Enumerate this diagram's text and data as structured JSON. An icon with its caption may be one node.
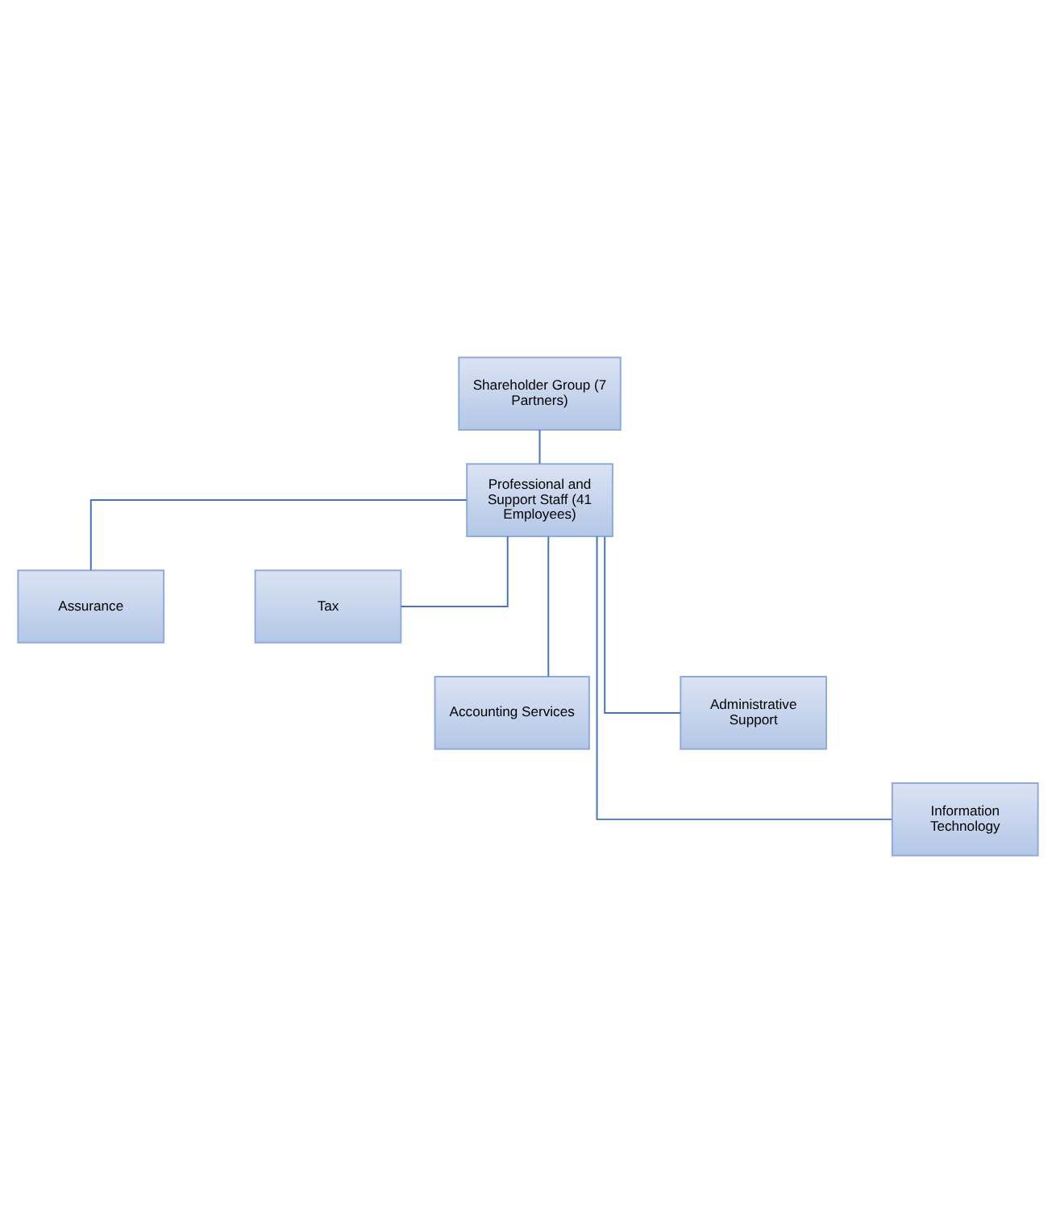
{
  "diagram": {
    "nodes": [
      {
        "text": [
          "Shareholder Group (7 Partners)"
        ]
      },
      {
        "text": [
          "Professional and Support Staff (41 Employees)"
        ]
      },
      {
        "text": [
          "Assurance"
        ]
      },
      {
        "text": [
          "Tax"
        ]
      },
      {
        "text": [
          "Accounting Services"
        ]
      },
      {
        "text": [
          "Administrative Support"
        ]
      },
      {
        "text": [
          "Information Technology"
        ]
      }
    ],
    "edges": [
      {
        "from": 0,
        "to": 1,
        "arrow": "none"
      },
      {
        "from": 1,
        "to": 2,
        "arrow": "none"
      },
      {
        "from": 1,
        "to": 3,
        "arrow": "none"
      },
      {
        "from": 1,
        "to": 4,
        "arrow": "none"
      },
      {
        "from": 1,
        "to": 5,
        "arrow": "none"
      },
      {
        "from": 1,
        "to": 6,
        "arrow": "none"
      }
    ]
  }
}
